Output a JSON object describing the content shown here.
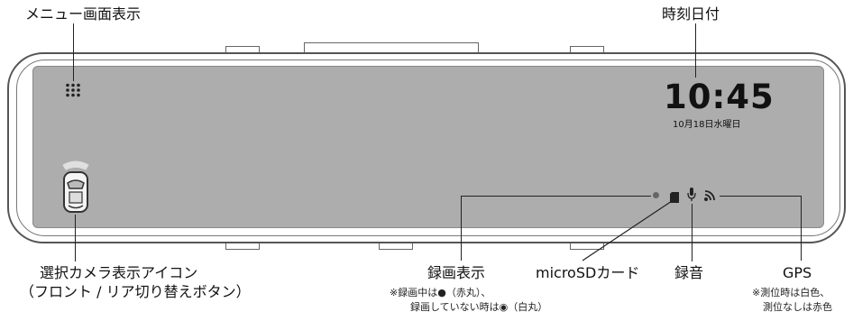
{
  "callouts": {
    "menu": "メニュー画面表示",
    "datetime": "時刻日付",
    "camera_line1": "選択カメラ表示アイコン",
    "camera_line2": "（フロント / リア切り替えボタン）",
    "recording": "録画表示",
    "recording_note1": "※録画中は●（赤丸）、",
    "recording_note2": "録画していない時は◉（白丸）",
    "microsd": "microSDカード",
    "audio": "録音",
    "gps": "GPS",
    "gps_note1": "※測位時は白色、",
    "gps_note2": "測位なしは赤色"
  },
  "screen": {
    "time": "10:45",
    "date": "10月18日水曜日"
  },
  "icons": {
    "menu": "menu-dots-icon",
    "camera": "car-camera-icon",
    "recording": "recording-dot-icon",
    "sd": "sd-card-icon",
    "mic": "microphone-icon",
    "gps": "gps-signal-icon"
  },
  "colors": {
    "screen": "#adadad",
    "frame": "#555555"
  }
}
